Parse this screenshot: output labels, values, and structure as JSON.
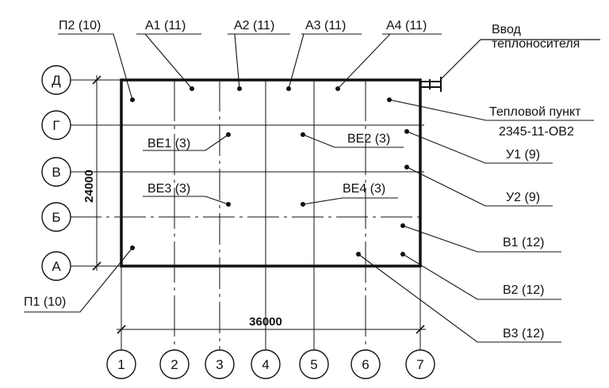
{
  "grid": {
    "columns": [
      "1",
      "2",
      "3",
      "4",
      "5",
      "6",
      "7"
    ],
    "rows": [
      "Д",
      "Г",
      "В",
      "Б",
      "А"
    ]
  },
  "dimensions": {
    "horizontal": "36000",
    "vertical": "24000"
  },
  "inlet": {
    "line1": "Ввод",
    "line2": "теплоносителя"
  },
  "heat_point": {
    "line1": "Тепловой пункт",
    "line2": "2345-11-ОВ2"
  },
  "labels": {
    "P2": "П2 (10)",
    "A1": "А1 (11)",
    "A2": "А2 (11)",
    "A3": "А3 (11)",
    "A4": "А4 (11)",
    "P1": "П1 (10)",
    "U1": "У1 (9)",
    "U2": "У2 (9)",
    "B1": "В1 (12)",
    "B2": "В2 (12)",
    "B3": "В3 (12)",
    "VE1": "ВЕ1 (3)",
    "VE2": "ВЕ2 (3)",
    "VE3": "ВЕ3 (3)",
    "VE4": "ВЕ4 (3)"
  }
}
